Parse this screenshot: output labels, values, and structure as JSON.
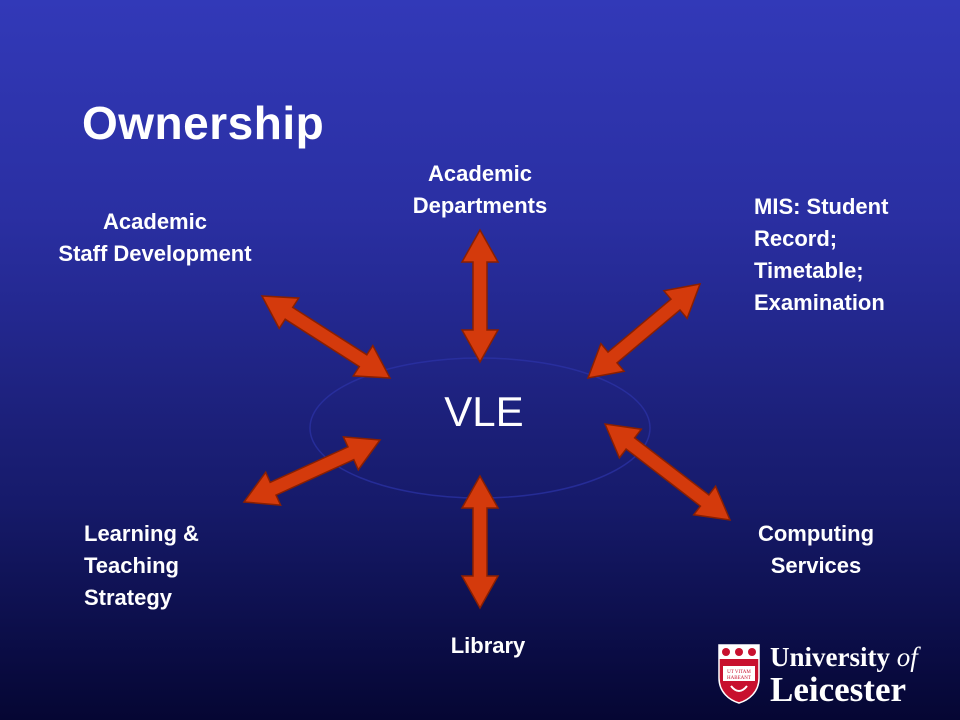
{
  "slide": {
    "title": "Ownership",
    "center": "VLE",
    "nodes": {
      "staff_development": [
        "Academic",
        "Staff Development"
      ],
      "academic_departments": [
        "Academic",
        "Departments"
      ],
      "mis": [
        "MIS: Student",
        "Record;",
        "Timetable;",
        "Examination"
      ],
      "learning_teaching": [
        "Learning &",
        "Teaching",
        "Strategy"
      ],
      "computing_services": [
        "Computing",
        "Services"
      ],
      "library": [
        "Library"
      ]
    },
    "logo": {
      "line1_main": "University ",
      "line1_of": "of",
      "line2": "Leicester",
      "motto": [
        "UT VITAM",
        "HABEANT"
      ]
    }
  },
  "colors": {
    "arrow_fill": "#d43a0c",
    "arrow_stroke": "#8a1f00",
    "crest_red": "#c8102e",
    "background_top": "#3239b8",
    "background_bottom": "#050633"
  }
}
